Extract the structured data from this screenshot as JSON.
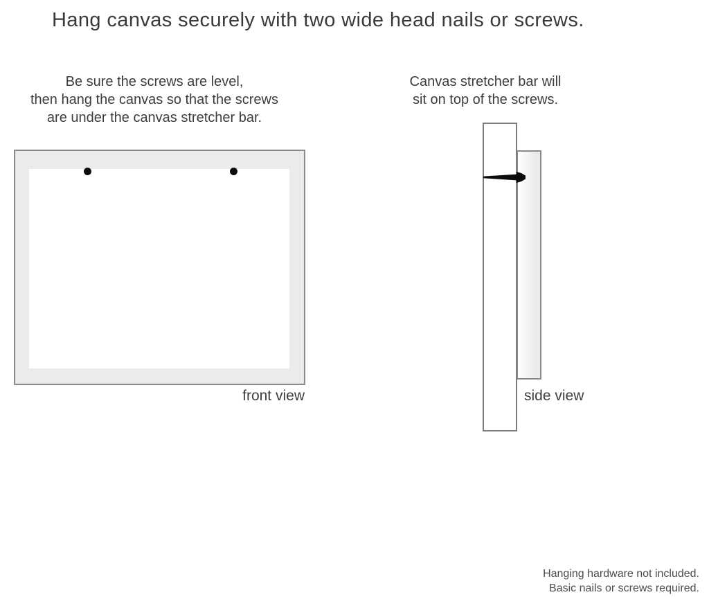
{
  "title": "Hang canvas securely with two wide head nails or screws.",
  "instructions": {
    "left": "Be sure the screws are level,\nthen hang the canvas so that the screws\nare under the canvas stretcher bar.",
    "right": "Canvas stretcher bar will\nsit on top of the screws."
  },
  "front_view": {
    "label": "front view",
    "screw_count": 2
  },
  "side_view": {
    "label": "side view"
  },
  "footer": "Hanging hardware not included.\nBasic nails or screws required.",
  "colors": {
    "text": "#3c3c3c",
    "border": "#8a8a8a",
    "canvas_frame_fill": "#ebebeb",
    "nail_black": "#0c0c0c",
    "background": "#ffffff"
  }
}
